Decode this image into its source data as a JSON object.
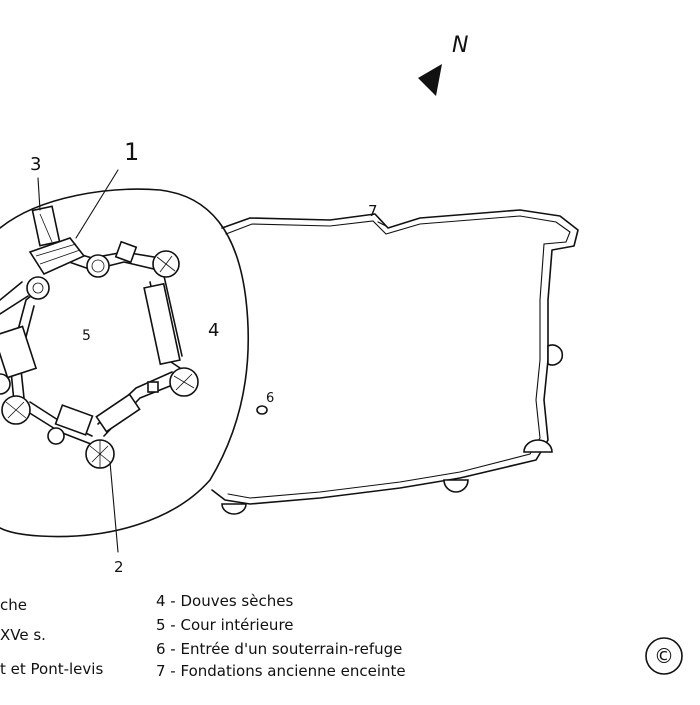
{
  "north_label": "N",
  "labels": {
    "n1": "1",
    "n2": "2",
    "n3": "3",
    "n4": "4",
    "n5": "5",
    "n6": "6",
    "n7": "7"
  },
  "legend": {
    "left": [
      "che",
      "XVe s.",
      "t et Pont-levis"
    ],
    "right": [
      "4 - Douves sèches",
      "5 - Cour intérieure",
      "6 - Entrée d'un souterrain-refuge",
      "7 - Fondations ancienne enceinte"
    ]
  },
  "copyright_symbol": "©"
}
